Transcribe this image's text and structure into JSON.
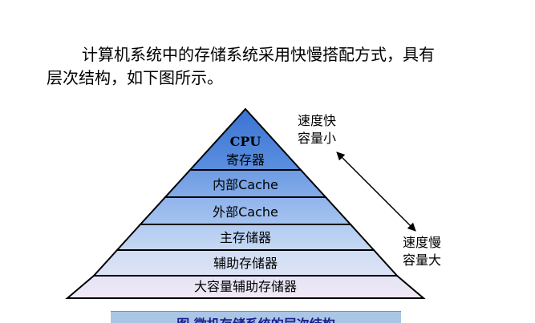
{
  "paragraph": {
    "line1": "计算机系统中的存储系统采用快慢搭配方式，具有",
    "line2": "层次结构，如下图所示。"
  },
  "pyramid": {
    "layers": [
      {
        "label_line1": "CPU",
        "label_line2": "寄存器"
      },
      {
        "label_line1": "内部Cache"
      },
      {
        "label_line1": "外部Cache"
      },
      {
        "label_line1": "主存储器"
      },
      {
        "label_line1": "辅助存储器"
      },
      {
        "label_line1": "大容量辅助存储器"
      }
    ]
  },
  "side_labels": {
    "top_line1": "速度快",
    "top_line2": "容量小",
    "bottom_line1": "速度慢",
    "bottom_line2": "容量大"
  },
  "caption": "图   微机存储系统的层次结构",
  "colors": {
    "layer_top": "#3f7cd8",
    "layer_bottom": "#efe6f5",
    "caption_bg": "#a9c6e6",
    "caption_text": "#1a1a8c"
  }
}
